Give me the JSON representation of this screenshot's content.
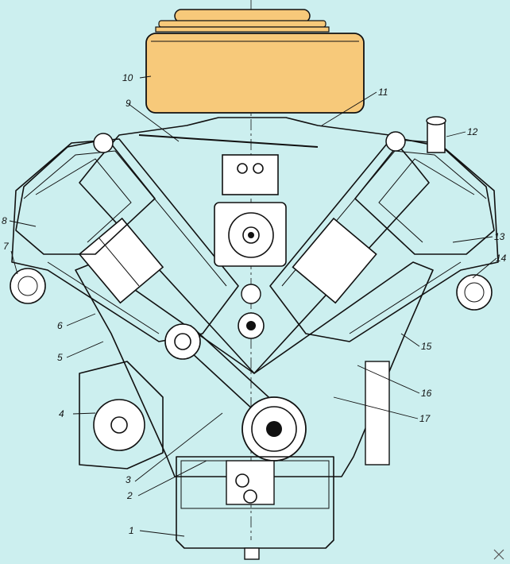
{
  "diagram": {
    "background_color": "#ccefef",
    "highlight_color": "#f7c97a",
    "line_color": "#111111",
    "callouts": [
      {
        "id": "1",
        "text": "1"
      },
      {
        "id": "2",
        "text": "2"
      },
      {
        "id": "3",
        "text": "3"
      },
      {
        "id": "4",
        "text": "4"
      },
      {
        "id": "5",
        "text": "5"
      },
      {
        "id": "6",
        "text": "6"
      },
      {
        "id": "7",
        "text": "7"
      },
      {
        "id": "8",
        "text": "8"
      },
      {
        "id": "9",
        "text": "9"
      },
      {
        "id": "10",
        "text": "10"
      },
      {
        "id": "11",
        "text": "11"
      },
      {
        "id": "12",
        "text": "12"
      },
      {
        "id": "13",
        "text": "13"
      },
      {
        "id": "14",
        "text": "14"
      },
      {
        "id": "15",
        "text": "15"
      },
      {
        "id": "16",
        "text": "16"
      },
      {
        "id": "17",
        "text": "17"
      }
    ]
  }
}
